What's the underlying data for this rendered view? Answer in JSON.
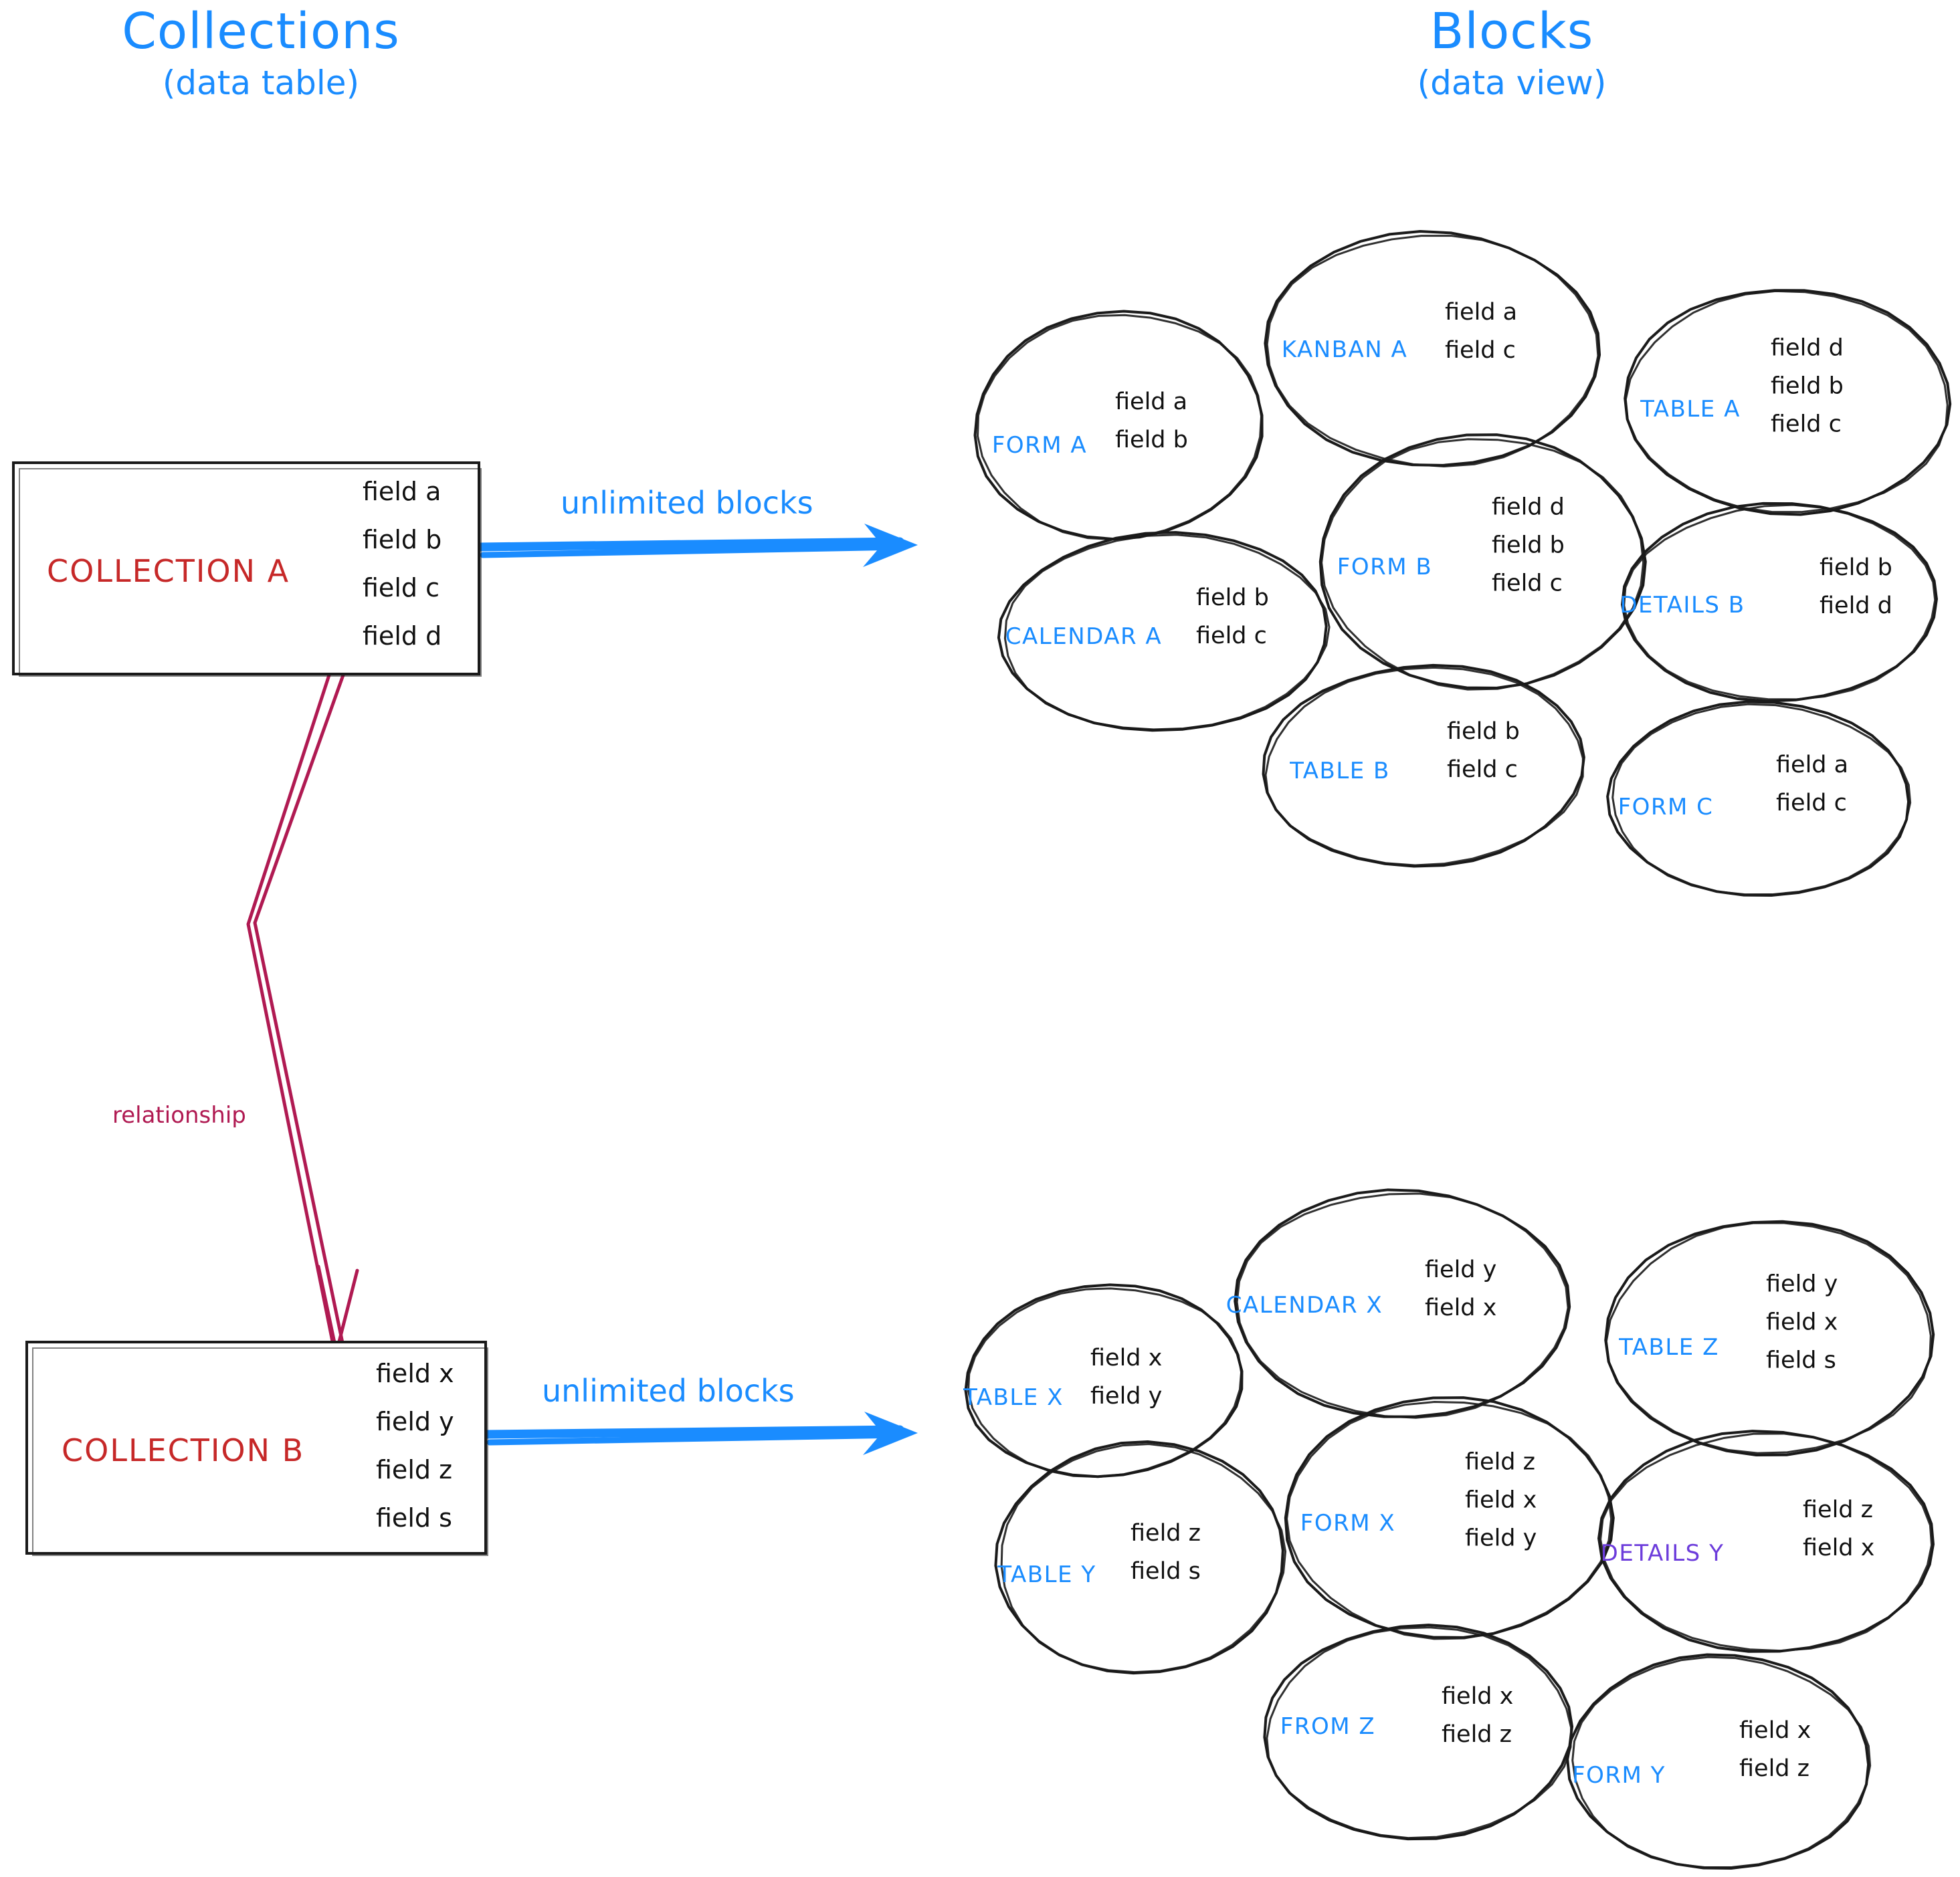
{
  "titles": {
    "left": {
      "main": "Collections",
      "sub": "(data table)"
    },
    "right": {
      "main": "Blocks",
      "sub": "(data view)"
    }
  },
  "colors": {
    "title_blue": "#1a8cff",
    "block_label_blue": "#1a8cff",
    "block_label_purple": "#6c3cdb",
    "collection_red": "#c62828",
    "relationship_crimson": "#b01a52",
    "stroke_black": "#1a1a1a",
    "arrow_blue": "#1a8cff"
  },
  "collections": [
    {
      "name": "COLLECTION A",
      "fields": [
        "field a",
        "field b",
        "field c",
        "field d"
      ],
      "arrow_label": "unlimited blocks"
    },
    {
      "name": "COLLECTION B",
      "fields": [
        "field x",
        "field y",
        "field z",
        "field s"
      ],
      "arrow_label": "unlimited blocks"
    }
  ],
  "relationship": {
    "label": "relationship"
  },
  "blocks_top": [
    {
      "label": "FORM A",
      "color": "blue",
      "fields": [
        "field a",
        "field b"
      ]
    },
    {
      "label": "KANBAN A",
      "color": "blue",
      "fields": [
        "field a",
        "field c"
      ]
    },
    {
      "label": "TABLE A",
      "color": "blue",
      "fields": [
        "field d",
        "field b",
        "field c"
      ]
    },
    {
      "label": "CALENDAR A",
      "color": "blue",
      "fields": [
        "field b",
        "field c"
      ]
    },
    {
      "label": "FORM B",
      "color": "blue",
      "fields": [
        "field d",
        "field b",
        "field c"
      ]
    },
    {
      "label": "DETAILS B",
      "color": "blue",
      "fields": [
        "field b",
        "field d"
      ]
    },
    {
      "label": "TABLE B",
      "color": "blue",
      "fields": [
        "field b",
        "field c"
      ]
    },
    {
      "label": "FORM C",
      "color": "blue",
      "fields": [
        "field a",
        "field c"
      ]
    }
  ],
  "blocks_bottom": [
    {
      "label": "TABLE X",
      "color": "blue",
      "fields": [
        "field x",
        "field y"
      ]
    },
    {
      "label": "CALENDAR X",
      "color": "blue",
      "fields": [
        "field y",
        "field x"
      ]
    },
    {
      "label": "TABLE Z",
      "color": "blue",
      "fields": [
        "field y",
        "field x",
        "field s"
      ]
    },
    {
      "label": "TABLE Y",
      "color": "blue",
      "fields": [
        "field z",
        "field s"
      ]
    },
    {
      "label": "FORM X",
      "color": "blue",
      "fields": [
        "field z",
        "field x",
        "field y"
      ]
    },
    {
      "label": "DETAILS Y",
      "color": "purple",
      "fields": [
        "field z",
        "field x"
      ]
    },
    {
      "label": "FROM Z",
      "color": "blue",
      "fields": [
        "field x",
        "field z"
      ]
    },
    {
      "label": "FORM Y",
      "color": "blue",
      "fields": [
        "field x",
        "field z"
      ]
    }
  ]
}
